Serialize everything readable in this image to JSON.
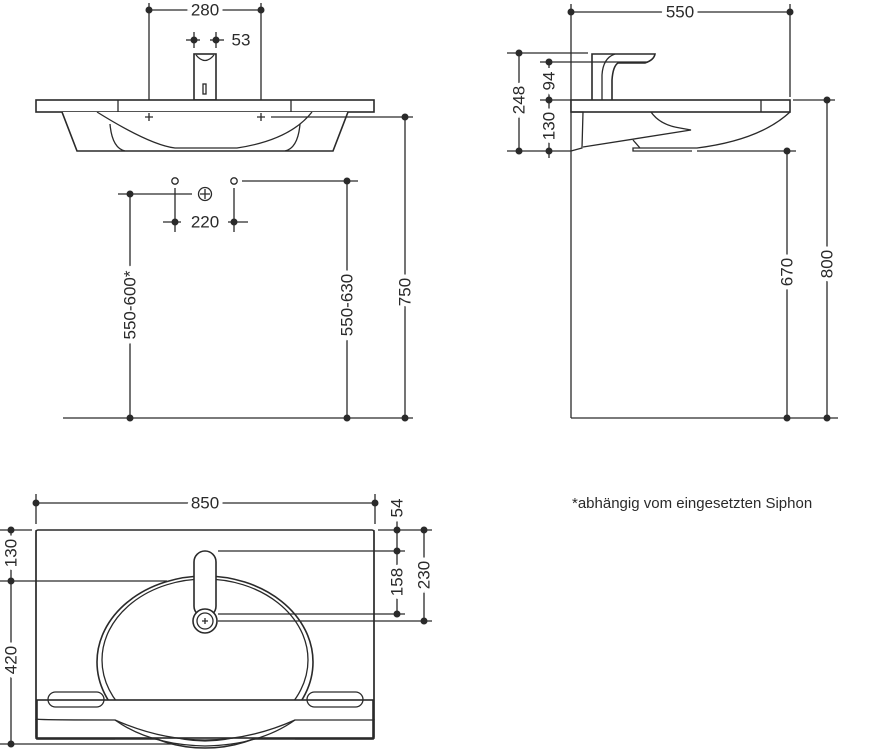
{
  "front_view": {
    "tap_spacing": "280",
    "faucet_width": "53",
    "hole_spacing": "220",
    "siphon_height": "550-600*",
    "underside_height": "550-630",
    "total_height": "750"
  },
  "side_view": {
    "depth": "550",
    "faucet_total": "248",
    "faucet_height": "94",
    "basin_height": "130",
    "underside_height": "670",
    "total_height": "800"
  },
  "top_view": {
    "width": "850",
    "wall_offset": "54",
    "faucet_offset": "158",
    "drain_offset": "230",
    "basin_top": "130",
    "basin_depth": "420"
  },
  "footnote": "*abhängig vom eingesetzten Siphon"
}
